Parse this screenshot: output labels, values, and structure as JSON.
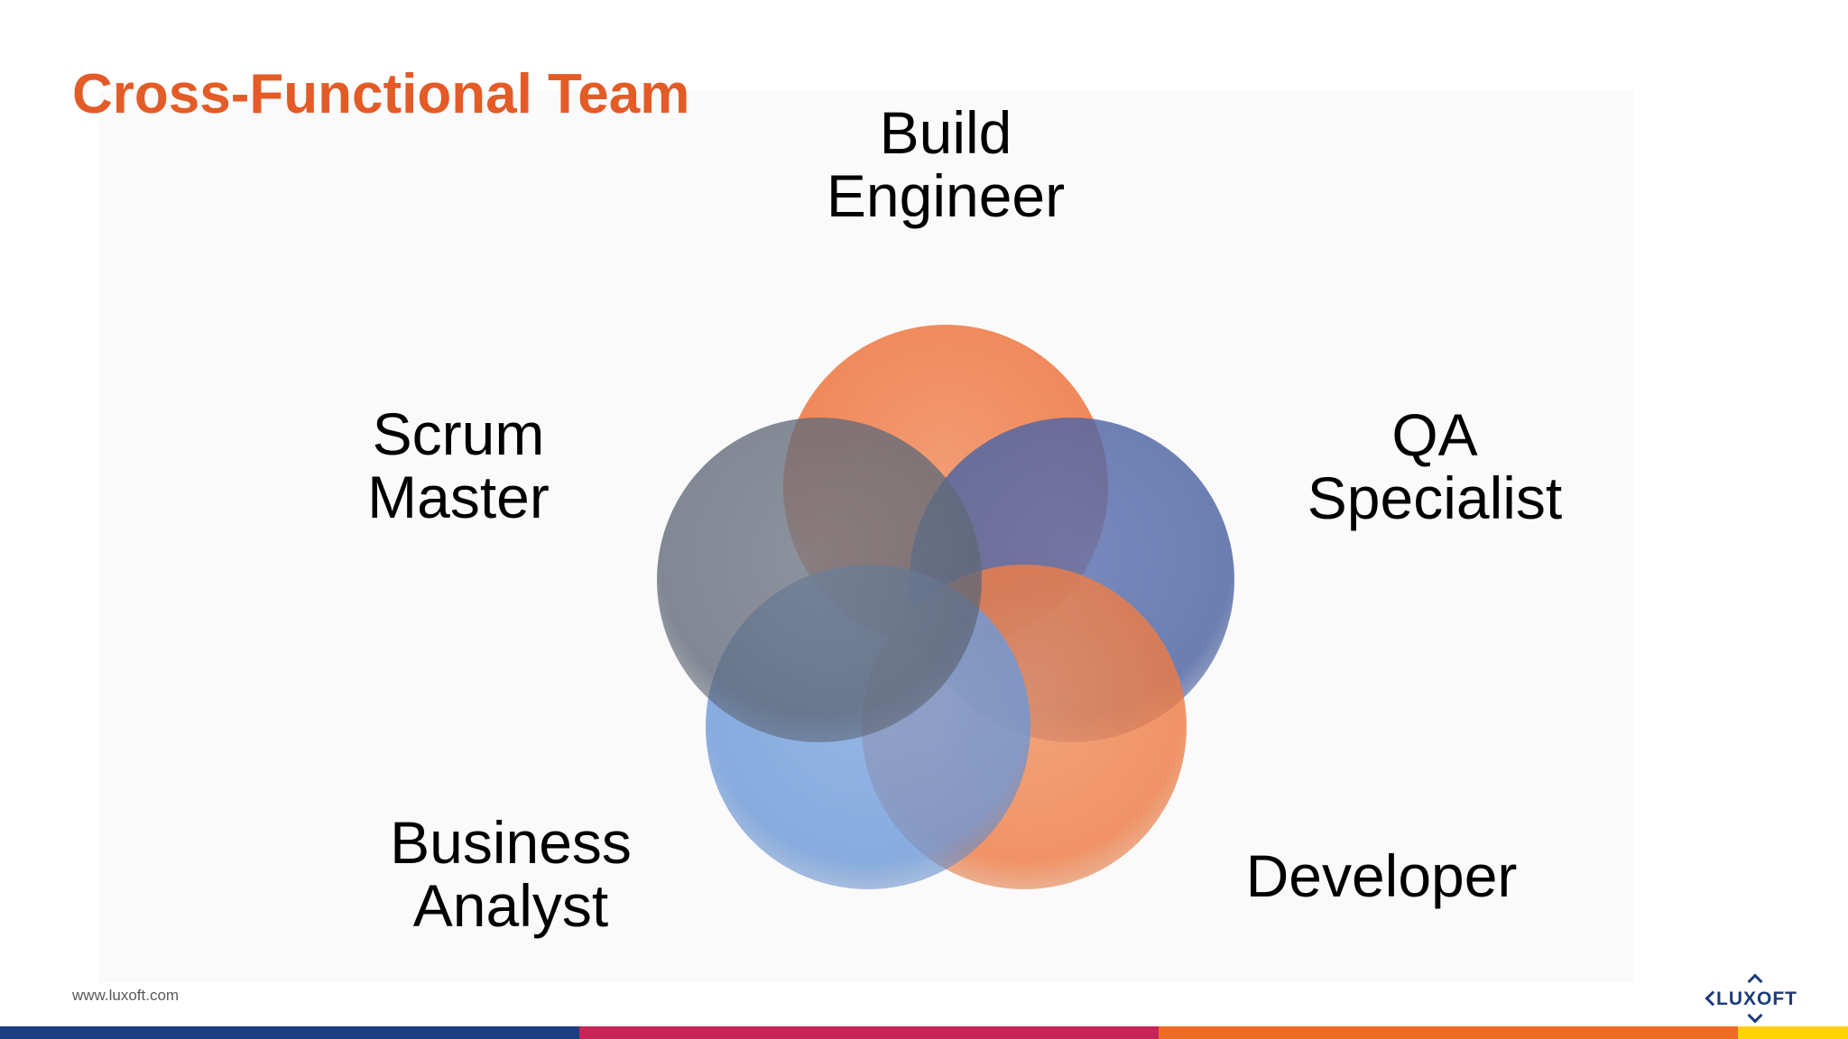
{
  "slide": {
    "title": "Cross-Functional Team",
    "footer_url": "www.luxoft.com",
    "logo_text": "LUXOFT"
  },
  "diagram": {
    "roles": [
      {
        "id": "build",
        "lines": [
          "Build",
          "Engineer"
        ],
        "color": "#ee6f36"
      },
      {
        "id": "qa",
        "lines": [
          "QA",
          "Specialist"
        ],
        "color": "#4c63a2"
      },
      {
        "id": "dev",
        "lines": [
          "Developer"
        ],
        "color": "#ee7a42"
      },
      {
        "id": "ba",
        "lines": [
          "Business",
          "Analyst"
        ],
        "color": "#6b98d8"
      },
      {
        "id": "scrum",
        "lines": [
          "Scrum",
          "Master"
        ],
        "color": "#5f6877"
      }
    ]
  },
  "colors": {
    "title": "#e35b26",
    "label": "#000000",
    "logo": "#1d3b7a",
    "stripe_blue": "#1c3d82",
    "stripe_red": "#c72457",
    "stripe_orange": "#ee6b24",
    "stripe_yellow": "#ffd200"
  }
}
